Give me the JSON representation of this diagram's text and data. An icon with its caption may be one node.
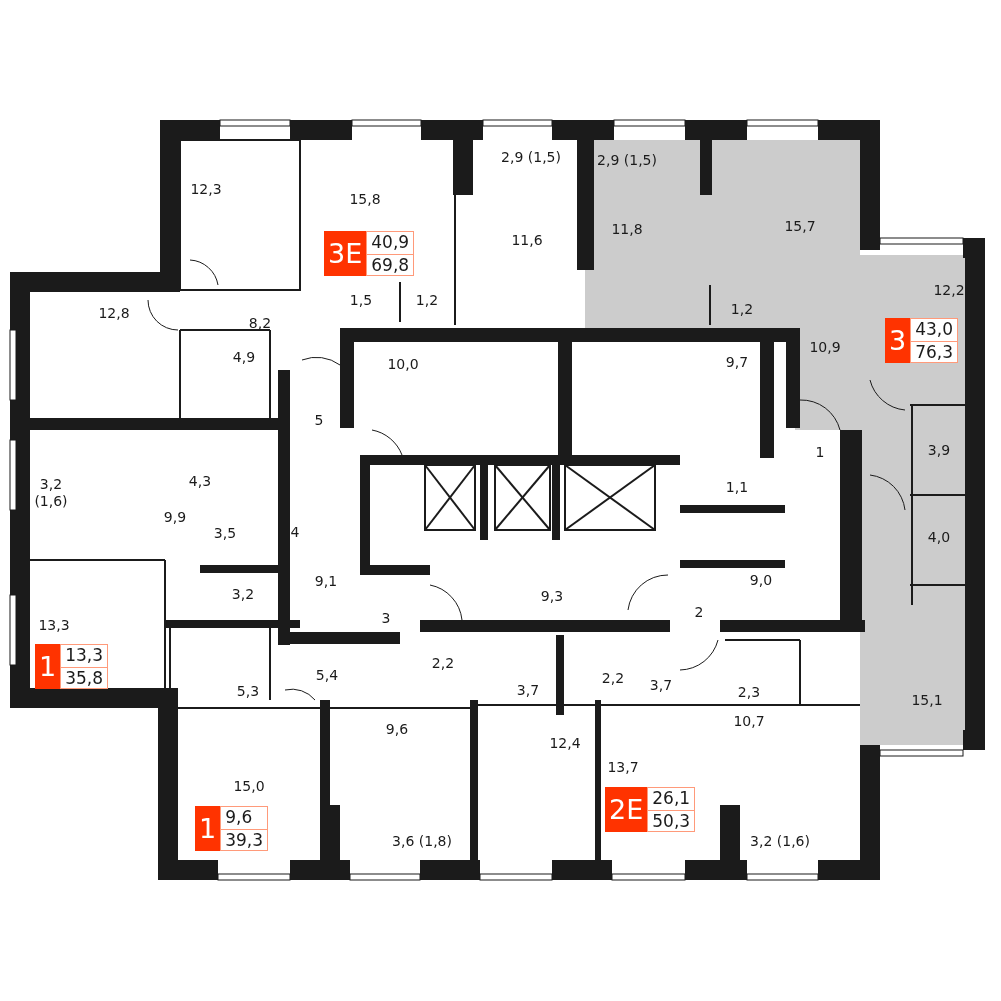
{
  "diagram": {
    "nodes": [
      {
        "text": [
          "3E",
          "40,9",
          "69,8"
        ]
      },
      {
        "text": [
          "3",
          "43,0",
          "76,3"
        ]
      },
      {
        "text": [
          "1",
          "13,3",
          "35,8"
        ]
      },
      {
        "text": [
          "1",
          "9,6",
          "39,3"
        ]
      },
      {
        "text": [
          "2E",
          "26,1",
          "50,3"
        ]
      }
    ],
    "labels": [
      "2,9 (1,5)",
      "2,9 (1,5)",
      "12,3",
      "15,8",
      "15,7",
      "11,6",
      "11,8",
      "12,8",
      "12,2",
      "1,5",
      "1,2",
      "1,2",
      "8,2",
      "10,9",
      "4,9",
      "10,0",
      "9,7",
      "5",
      "1",
      "3,9",
      "3,2 (1,6)",
      "4,3",
      "1,1",
      "9,9",
      "3,5",
      "4",
      "4,0",
      "9,1",
      "3,2",
      "9,3",
      "9,0",
      "2",
      "3",
      "13,3",
      "2,2",
      "3,7",
      "2,2",
      "3,7",
      "5,3",
      "5,4",
      "2,3",
      "15,1",
      "10,7",
      "9,6",
      "12,4",
      "13,7",
      "15,0",
      "3,6 (1,8)",
      "3,2 (1,6)"
    ]
  }
}
